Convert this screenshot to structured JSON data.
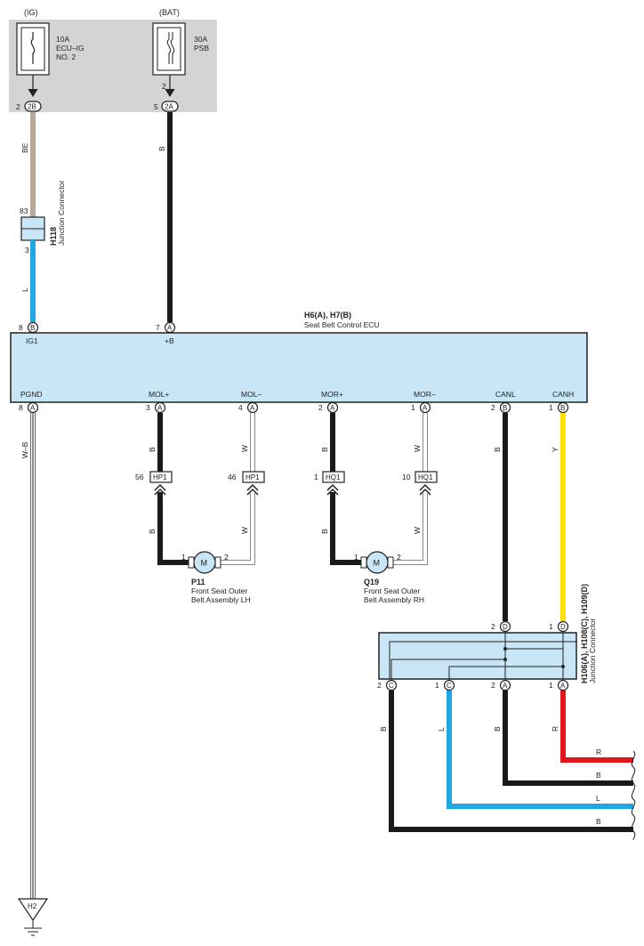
{
  "fuse_box": {
    "ig_label": "(IG)",
    "bat_label": "(BAT)",
    "fuse_ig": {
      "rating": "10A",
      "name1": "ECU–IG",
      "name2": "NO. 2"
    },
    "fuse_bat": {
      "rating": "30A",
      "name1": "PSB"
    },
    "pin_2b": "2",
    "pin_2a": "5",
    "bat_pin_top": "2",
    "conn_2b": "2B",
    "conn_2a": "2A"
  },
  "wires": {
    "be": "BE",
    "b": "B",
    "l": "L",
    "w": "W",
    "wb": "W–B",
    "y": "Y",
    "r": "R"
  },
  "junction_h118": {
    "id": "H118",
    "name": "Junction Connector",
    "pin_in": "83",
    "pin_out": "3"
  },
  "ecu": {
    "id": "H6(A), H7(B)",
    "name": "Seat Belt Control ECU",
    "top_pins": [
      {
        "num": "8",
        "conn": "B",
        "label": "IG1"
      },
      {
        "num": "7",
        "conn": "A",
        "label": "+B"
      }
    ],
    "bottom_pins": [
      {
        "num": "8",
        "conn": "A",
        "label": "PGND"
      },
      {
        "num": "3",
        "conn": "A",
        "label": "MOL+"
      },
      {
        "num": "4",
        "conn": "A",
        "label": "MOL–"
      },
      {
        "num": "2",
        "conn": "A",
        "label": "MOR+"
      },
      {
        "num": "1",
        "conn": "A",
        "label": "MOR–"
      },
      {
        "num": "2",
        "conn": "B",
        "label": "CANL"
      },
      {
        "num": "1",
        "conn": "B",
        "label": "CANH"
      }
    ]
  },
  "connectors": [
    {
      "pin": "56",
      "id": "HP1"
    },
    {
      "pin": "46",
      "id": "HP1"
    },
    {
      "pin": "1",
      "id": "HQ1"
    },
    {
      "pin": "10",
      "id": "HQ1"
    }
  ],
  "motors": [
    {
      "id": "P11",
      "name1": "Front Seat Outer",
      "name2": "Belt Assembly LH",
      "symbol": "M",
      "pin1": "1",
      "pin2": "2"
    },
    {
      "id": "Q19",
      "name1": "Front Seat Outer",
      "name2": "Belt Assembly RH",
      "symbol": "M",
      "pin1": "1",
      "pin2": "2"
    }
  ],
  "junction_right": {
    "id": "H106(A), H108(C), H109(D)",
    "name": "Junction Connector",
    "top_pins": [
      {
        "num": "2",
        "conn": "D"
      },
      {
        "num": "1",
        "conn": "D"
      }
    ],
    "bottom_pins": [
      {
        "num": "2",
        "conn": "C"
      },
      {
        "num": "1",
        "conn": "C"
      },
      {
        "num": "2",
        "conn": "A"
      },
      {
        "num": "1",
        "conn": "A"
      }
    ]
  },
  "ground": {
    "id": "H2"
  },
  "colors": {
    "fuse_bg": "#d4d4d4",
    "box_fill": "#c8e6f5",
    "wire_be": "#b8a898",
    "wire_b": "#1a1a1a",
    "wire_l": "#1ea7e1",
    "wire_y": "#ffe000",
    "wire_r": "#e4161c",
    "wire_w_stroke": "#888888"
  }
}
